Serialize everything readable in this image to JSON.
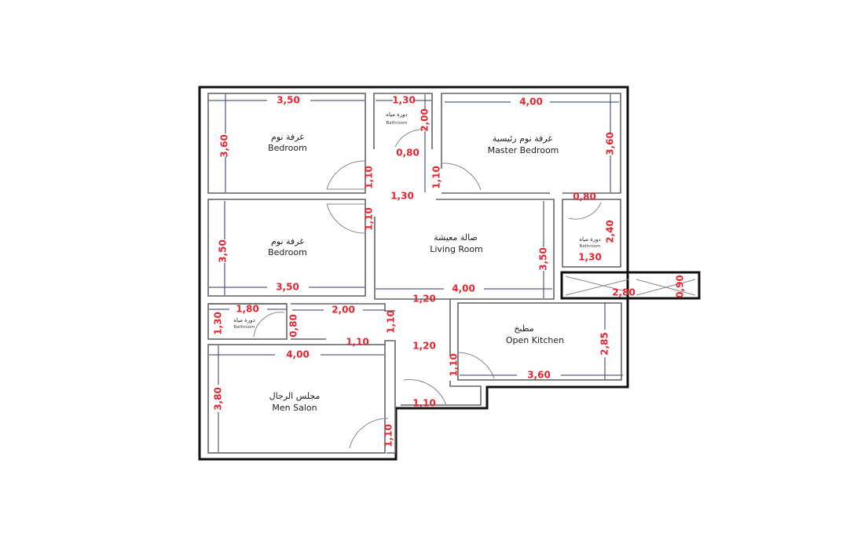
{
  "rooms": [
    {
      "ar": "غرفة نوم",
      "en": "Bedroom"
    },
    {
      "ar": "دورة مياه",
      "en": "Bathroom"
    },
    {
      "ar": "غرفة نوم رئيسية",
      "en": "Master Bedroom"
    },
    {
      "ar": "غرفة نوم",
      "en": "Bedroom"
    },
    {
      "ar": "صالة معيشة",
      "en": "Living Room"
    },
    {
      "ar": "دورة مياه",
      "en": "Bathroom"
    },
    {
      "ar": "دورة مياه",
      "en": "Bathroom"
    },
    {
      "ar": "مطبخ",
      "en": "Open Kitchen"
    },
    {
      "ar": "مجلس الرجال",
      "en": "Men Salon"
    }
  ],
  "dims": [
    "3,50",
    "1,30",
    "4,00",
    "3,60",
    "2,00",
    "0,80",
    "1,10",
    "1,10",
    "1,30",
    "3,60",
    "0,80",
    "2,40",
    "1,30",
    "1,10",
    "3,50",
    "3,50",
    "3,50",
    "4,00",
    "1,20",
    "2,80",
    "0,90",
    "1,80",
    "2,00",
    "1,10",
    "1,30",
    "0,80",
    "1,10",
    "1,20",
    "4,00",
    "2,85",
    "1,10",
    "3,60",
    "1,10",
    "3,80",
    "1,10"
  ],
  "colors": {
    "dimension_text": "#e8242e",
    "dimension_line": "#2c3a6b",
    "wall": "#111111"
  }
}
